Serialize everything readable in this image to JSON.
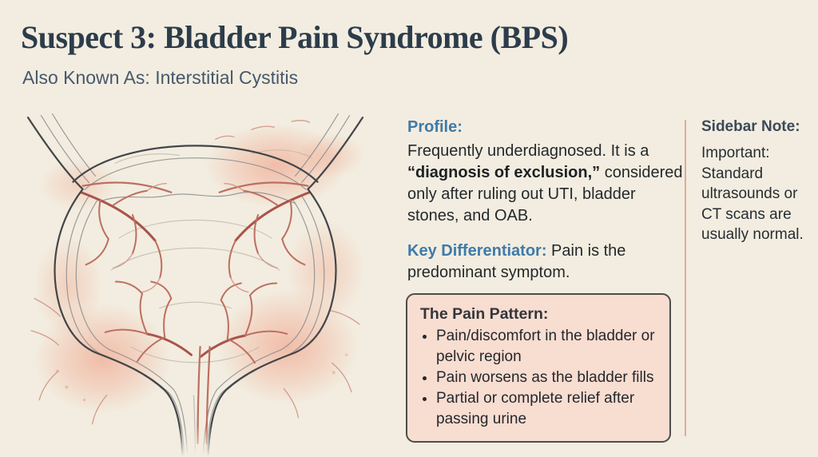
{
  "header": {
    "title": "Suspect 3: Bladder Pain Syndrome (BPS)",
    "subtitle": "Also Known As: Interstitial Cystitis"
  },
  "profile": {
    "heading": "Profile:",
    "body_before": "Frequently underdiagnosed. It is a ",
    "body_bold": "“diagnosis of exclusion,”",
    "body_after": " considered only after ruling out UTI, bladder stones, and OAB."
  },
  "key_differentiator": {
    "heading": "Key Differentiator:",
    "body": " Pain is the predominant symptom."
  },
  "pain_pattern": {
    "heading": "The Pain Pattern:",
    "bullets": [
      "Pain/discomfort in the bladder or pelvic region",
      "Pain worsens as the bladder fills",
      "Partial or complete relief after passing urine"
    ]
  },
  "sidebar": {
    "heading": "Sidebar Note:",
    "body": "Important: Standard ultrasounds or CT scans are usually normal."
  },
  "illustration": {
    "name": "bladder-anatomy-line-drawing"
  },
  "colors": {
    "background": "#f2ede0",
    "title_text": "#2d3c4b",
    "subtitle_text": "#47586b",
    "accent_blue": "#3f7aa9",
    "body_text": "#24282c",
    "pain_box_bg": "#f8ddd1",
    "pain_box_border": "#4d4d49",
    "divider": "#dfab9b",
    "vessel_red": "#a9544a",
    "glow_pink": "#f08c6e"
  }
}
